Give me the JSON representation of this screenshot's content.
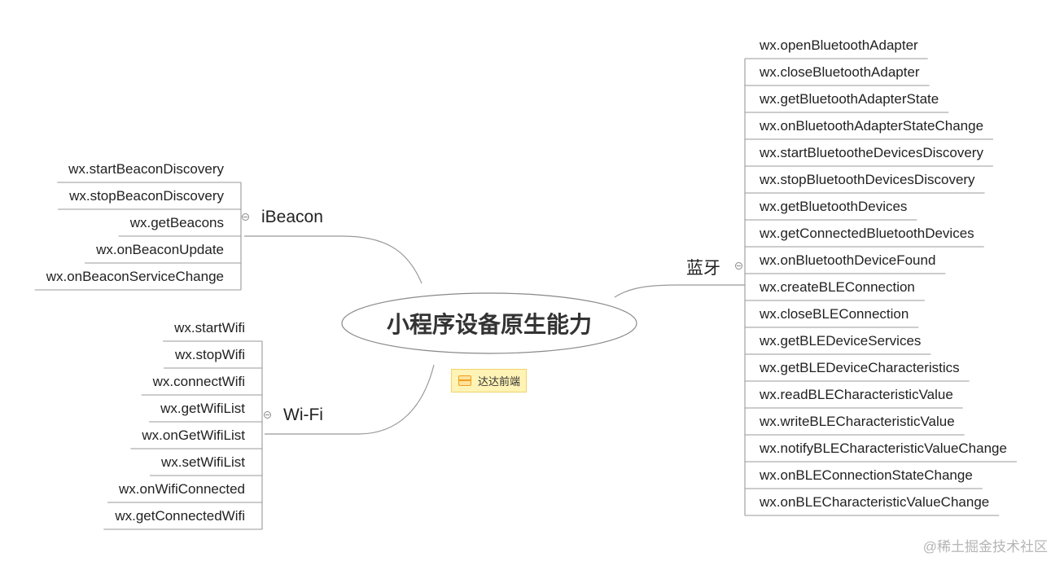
{
  "central": {
    "title": "小程序设备原生能力"
  },
  "note": {
    "text": "达达前端"
  },
  "watermark": "@稀土掘金技术社区",
  "branches": {
    "ibeacon": {
      "label": "iBeacon",
      "items": [
        "wx.startBeaconDiscovery",
        "wx.stopBeaconDiscovery",
        "wx.getBeacons",
        "wx.onBeaconUpdate",
        "wx.onBeaconServiceChange"
      ]
    },
    "wifi": {
      "label": "Wi-Fi",
      "items": [
        "wx.startWifi",
        "wx.stopWifi",
        "wx.connectWifi",
        "wx.getWifiList",
        "wx.onGetWifiList",
        "wx.setWifiList",
        "wx.onWifiConnected",
        "wx.getConnectedWifi"
      ]
    },
    "bluetooth": {
      "label": "蓝牙",
      "items": [
        "wx.openBluetoothAdapter",
        "wx.closeBluetoothAdapter",
        "wx.getBluetoothAdapterState",
        "wx.onBluetoothAdapterStateChange",
        "wx.startBluetootheDevicesDiscovery",
        "wx.stopBluetoothDevicesDiscovery",
        "wx.getBluetoothDevices",
        "wx.getConnectedBluetoothDevices",
        "wx.onBluetoothDeviceFound",
        "wx.createBLEConnection",
        "wx.closeBLEConnection",
        "wx.getBLEDeviceServices",
        "wx.getBLEDeviceCharacteristics",
        "wx.readBLECharacteristicValue",
        "wx.writeBLECharacteristicValue",
        "wx.notifyBLECharacteristicValueChange",
        "wx.onBLEConnectionStateChange",
        "wx.onBLECharacteristicValueChange"
      ]
    }
  }
}
